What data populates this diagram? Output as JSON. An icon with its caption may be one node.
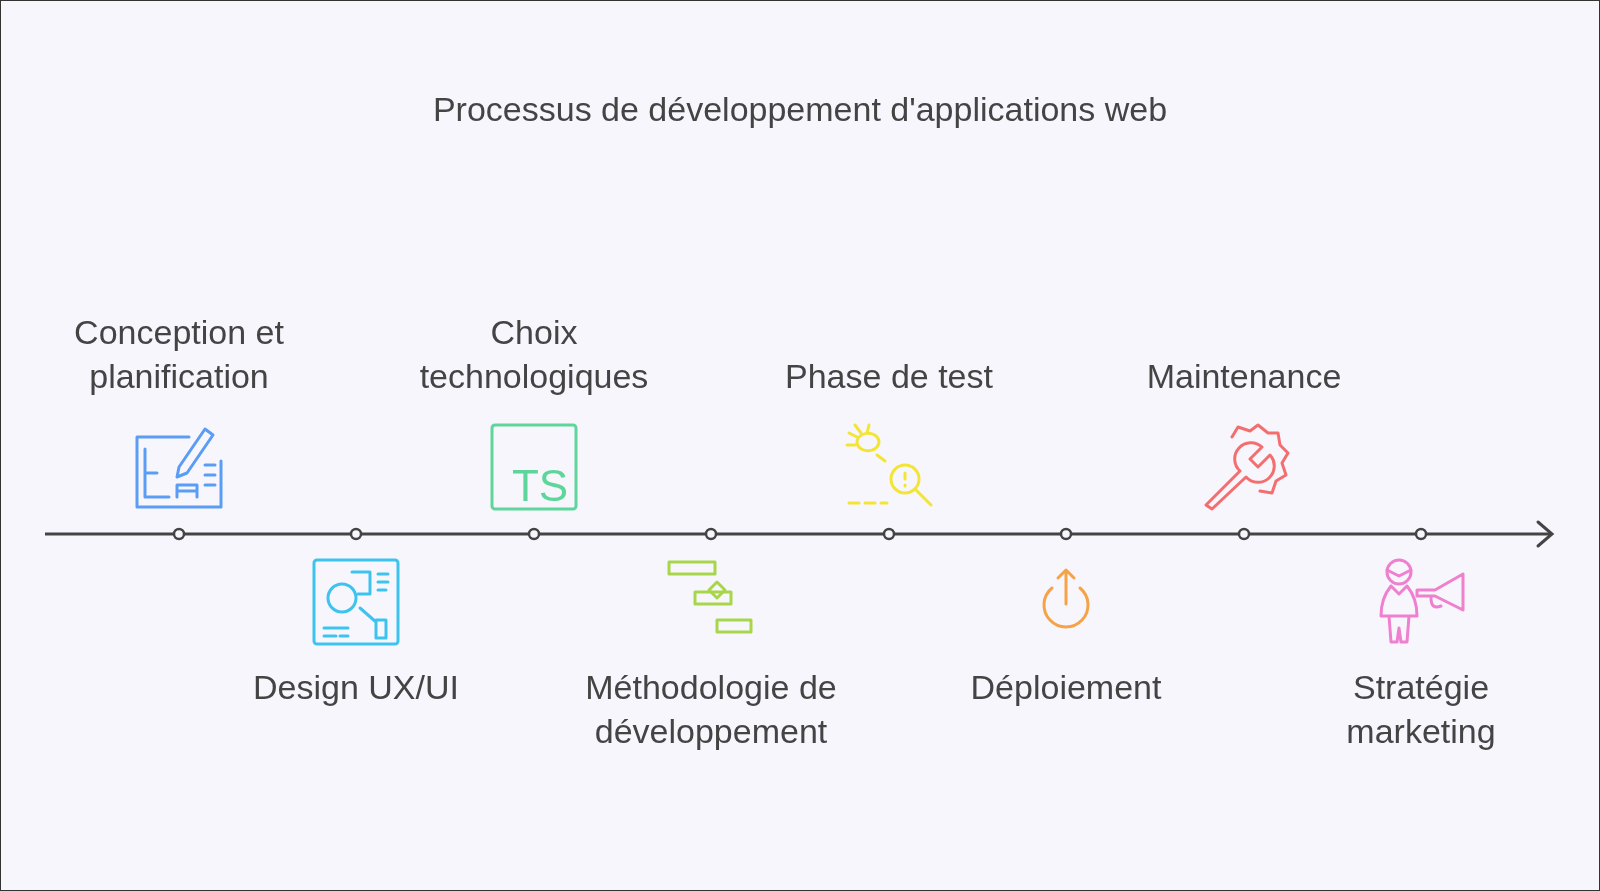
{
  "diagram": {
    "title": "Processus de développement d'applications web",
    "nodes": [
      {
        "text": [
          "Conception et planification"
        ]
      },
      {
        "text": [
          "Design UX/UI"
        ]
      },
      {
        "text": [
          "Choix technologiques"
        ]
      },
      {
        "text": [
          "Méthodologie de développement"
        ]
      },
      {
        "text": [
          "Phase de test"
        ]
      },
      {
        "text": [
          "Déploiement"
        ]
      },
      {
        "text": [
          "Maintenance"
        ]
      },
      {
        "text": [
          "Stratégie marketing"
        ]
      }
    ],
    "labels": [
      "TS"
    ]
  }
}
